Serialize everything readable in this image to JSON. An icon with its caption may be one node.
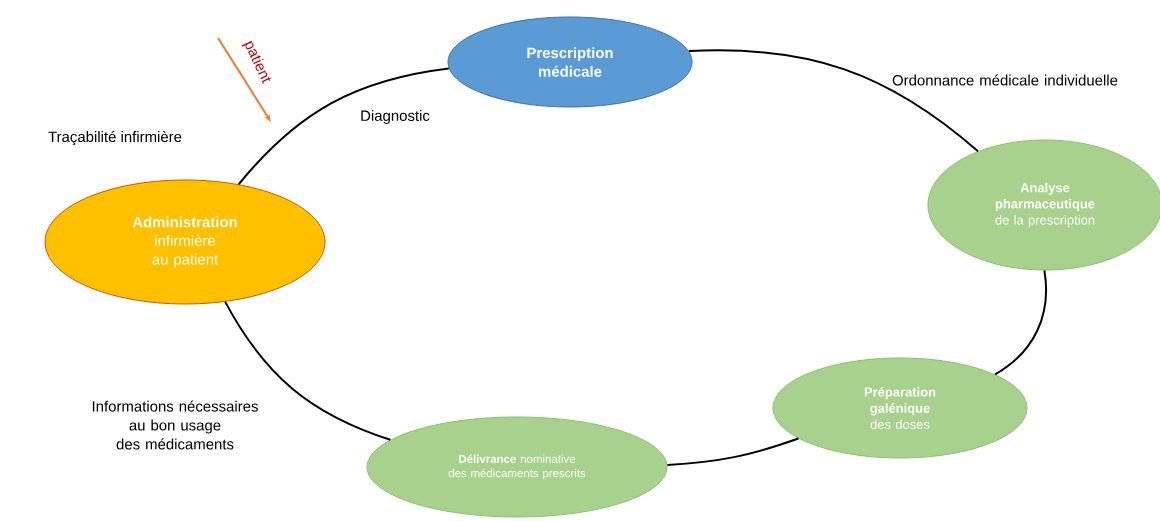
{
  "diagram": {
    "nodes": [
      {
        "text": [
          "Prescription médicale"
        ]
      },
      {
        "text": [
          "**Analyse pharmaceutique** de la prescription"
        ]
      },
      {
        "text": [
          "**Préparation galénique** des doses"
        ]
      },
      {
        "text": [
          "**Délivrance** nominative des médicaments prescrits"
        ]
      },
      {
        "text": [
          "**Administration** infirmière au patient"
        ]
      }
    ],
    "edges": [
      {
        "from": 0,
        "to": 1,
        "arrow": "none",
        "label": "Ordonnance médicale individuelle"
      },
      {
        "from": 1,
        "to": 2,
        "arrow": "none"
      },
      {
        "from": 2,
        "to": 3,
        "arrow": "none"
      },
      {
        "from": 3,
        "to": 4,
        "arrow": "none",
        "label": "Informations nécessaires au bon usage des médicaments"
      },
      {
        "from": 4,
        "to": 0,
        "arrow": "none",
        "label": "Diagnostic"
      }
    ],
    "labels": [
      "Traçabilité infirmière",
      "patient"
    ]
  }
}
